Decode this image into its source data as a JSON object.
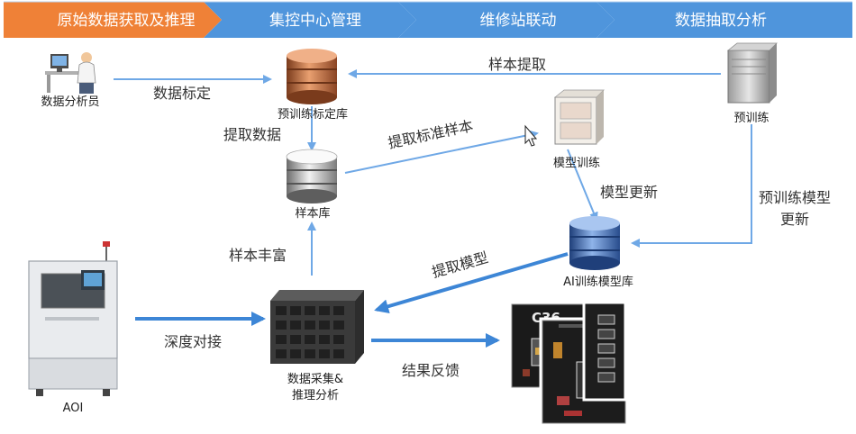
{
  "header": {
    "steps": [
      {
        "label": "原始数据获取及推理",
        "active": true
      },
      {
        "label": "集控中心管理",
        "active": false
      },
      {
        "label": "维修站联动",
        "active": false
      },
      {
        "label": "数据抽取分析",
        "active": false
      }
    ],
    "colors": {
      "active": "#ef8137",
      "inactive": "#4f95dc"
    }
  },
  "nodes": {
    "analyst": "数据分析员",
    "pretrain_label_db": "预训练标定库",
    "pretrain": "预训练",
    "model_training": "模型训练",
    "sample_db": "样本库",
    "ai_model_db": "AI训练模型库",
    "aoi": "AOI",
    "data_collect_line1": "数据采集&",
    "data_collect_line2": "推理分析"
  },
  "edges": {
    "data_labeling": "数据标定",
    "sample_extract": "样本提取",
    "extract_data": "提取数据",
    "extract_std_sample": "提取标准样本",
    "model_update": "模型更新",
    "pretrain_model_update_line1": "预训练模型",
    "pretrain_model_update_line2": "更新",
    "sample_enrich": "样本丰富",
    "extract_model": "提取模型",
    "deep_docking": "深度对接",
    "result_feedback": "结果反馈"
  },
  "pcb": {
    "component_label": "C36"
  }
}
